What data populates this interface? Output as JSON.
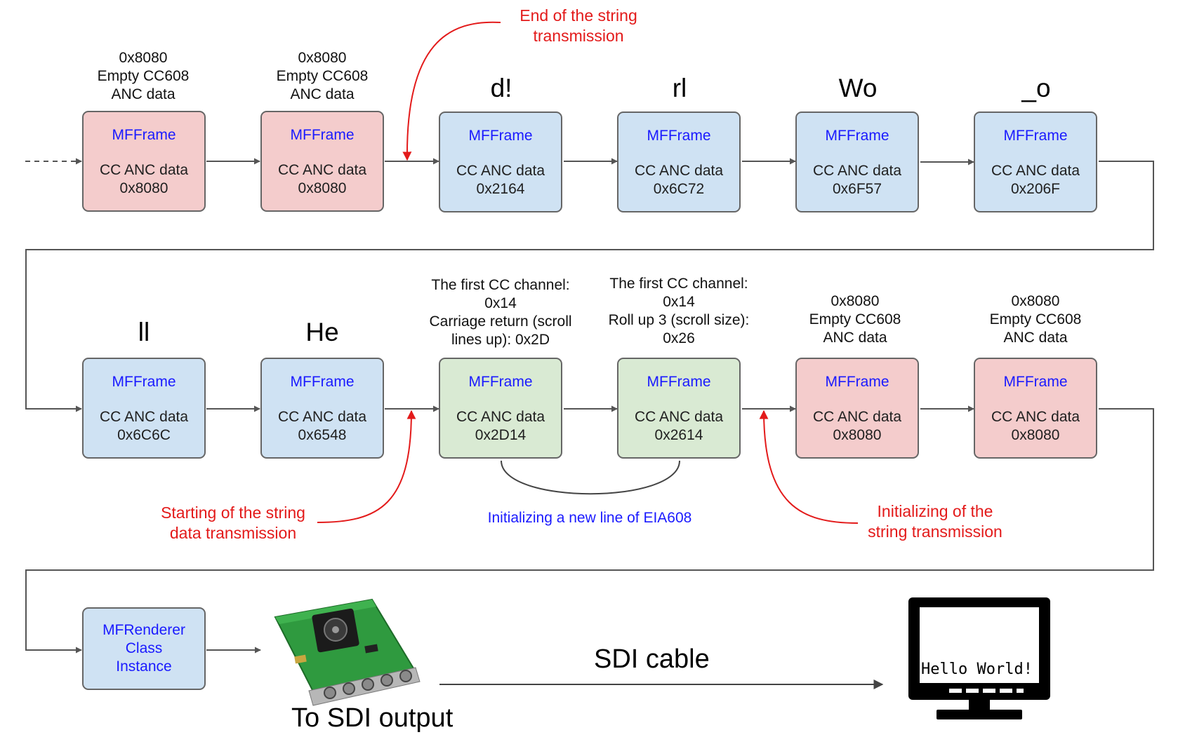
{
  "colors": {
    "pink": "#f4cccc",
    "blue": "#cfe2f3",
    "green": "#d9ead3",
    "title_blue": "#1a1aff",
    "note_red": "#e31a1a"
  },
  "row1": {
    "boxes": [
      {
        "title": "MFFrame",
        "line1": "CC ANC data",
        "line2": "0x8080",
        "color": "pink"
      },
      {
        "title": "MFFrame",
        "line1": "CC ANC data",
        "line2": "0x8080",
        "color": "pink"
      },
      {
        "title": "MFFrame",
        "line1": "CC ANC data",
        "line2": "0x2164",
        "color": "blue"
      },
      {
        "title": "MFFrame",
        "line1": "CC ANC data",
        "line2": "0x6C72",
        "color": "blue"
      },
      {
        "title": "MFFrame",
        "line1": "CC ANC data",
        "line2": "0x6F57",
        "color": "blue"
      },
      {
        "title": "MFFrame",
        "line1": "CC ANC data",
        "line2": "0x206F",
        "color": "blue"
      }
    ],
    "captions": [
      "0x8080\nEmpty CC608\nANC data",
      "0x8080\nEmpty CC608\nANC data"
    ],
    "chars": [
      "d!",
      "rl",
      "Wo",
      "_o"
    ]
  },
  "row2": {
    "boxes": [
      {
        "title": "MFFrame",
        "line1": "CC ANC data",
        "line2": "0x6C6C",
        "color": "blue"
      },
      {
        "title": "MFFrame",
        "line1": "CC ANC data",
        "line2": "0x6548",
        "color": "blue"
      },
      {
        "title": "MFFrame",
        "line1": "CC ANC data",
        "line2": "0x2D14",
        "color": "green"
      },
      {
        "title": "MFFrame",
        "line1": "CC ANC data",
        "line2": "0x2614",
        "color": "green"
      },
      {
        "title": "MFFrame",
        "line1": "CC ANC data",
        "line2": "0x8080",
        "color": "pink"
      },
      {
        "title": "MFFrame",
        "line1": "CC ANC data",
        "line2": "0x8080",
        "color": "pink"
      }
    ],
    "chars": [
      "ll",
      "He"
    ],
    "captions": [
      "The first CC channel:\n0x14\nCarriage return (scroll\nlines up): 0x2D",
      "The first CC channel:\n0x14\nRoll up 3 (scroll size):\n0x26",
      "0x8080\nEmpty CC608\nANC data",
      "0x8080\nEmpty CC608\nANC data"
    ]
  },
  "notes": {
    "end_transmission": "End of the string\ntransmission",
    "start_transmission": "Starting of the string\ndata transmission",
    "init_transmission": "Initializing of the\nstring transmission",
    "new_line": "Initializing a new line of EIA608"
  },
  "row3": {
    "renderer": [
      "MFRenderer",
      "Class",
      "Instance"
    ],
    "sdi_output": "To SDI output",
    "sdi_cable": "SDI cable",
    "monitor_text": "Hello World!"
  }
}
